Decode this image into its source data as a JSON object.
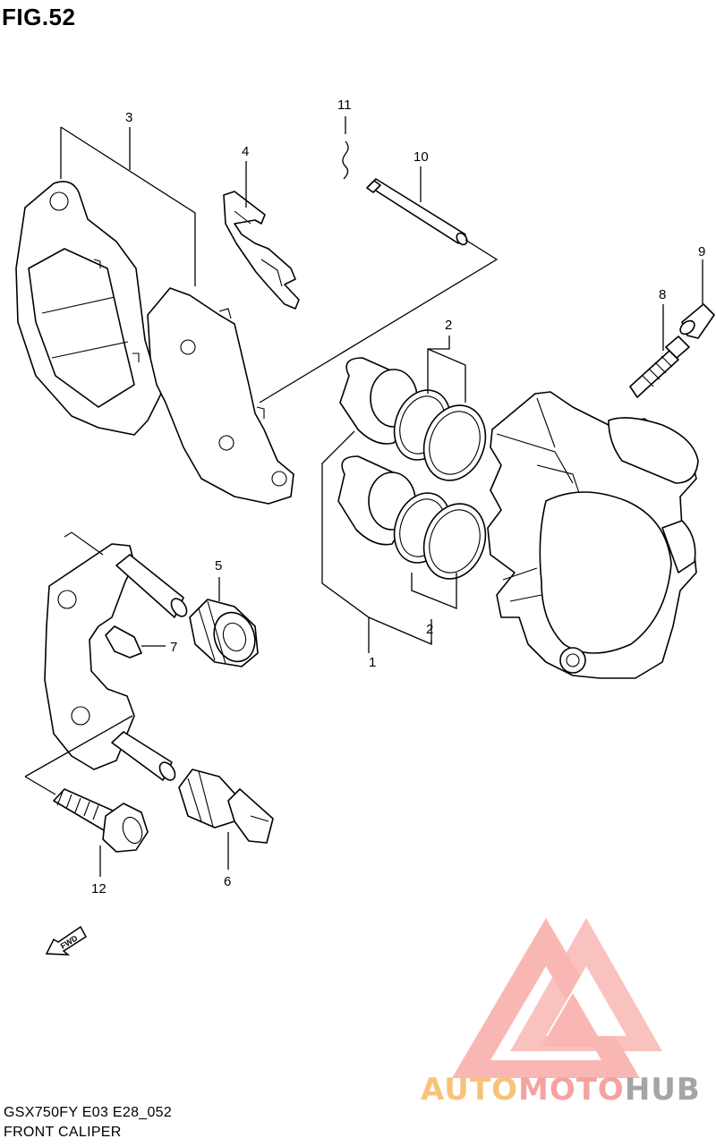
{
  "figure": {
    "title": "FIG.52",
    "model_code": "GSX750FY E03 E28_052",
    "caption": "FRONT CALIPER"
  },
  "callouts": [
    "1",
    "2",
    "2",
    "3",
    "4",
    "5",
    "6",
    "7",
    "8",
    "9",
    "10",
    "11",
    "12"
  ],
  "fwd_arrow_label": "FWD",
  "watermark": {
    "part1": "AUTO",
    "part2": "MOTO",
    "part3": "HUB",
    "colors": {
      "auto": "#f8c27a",
      "moto": "#f4a3a0",
      "hub": "#a5a5a5",
      "logo": "#f7a09b"
    }
  }
}
